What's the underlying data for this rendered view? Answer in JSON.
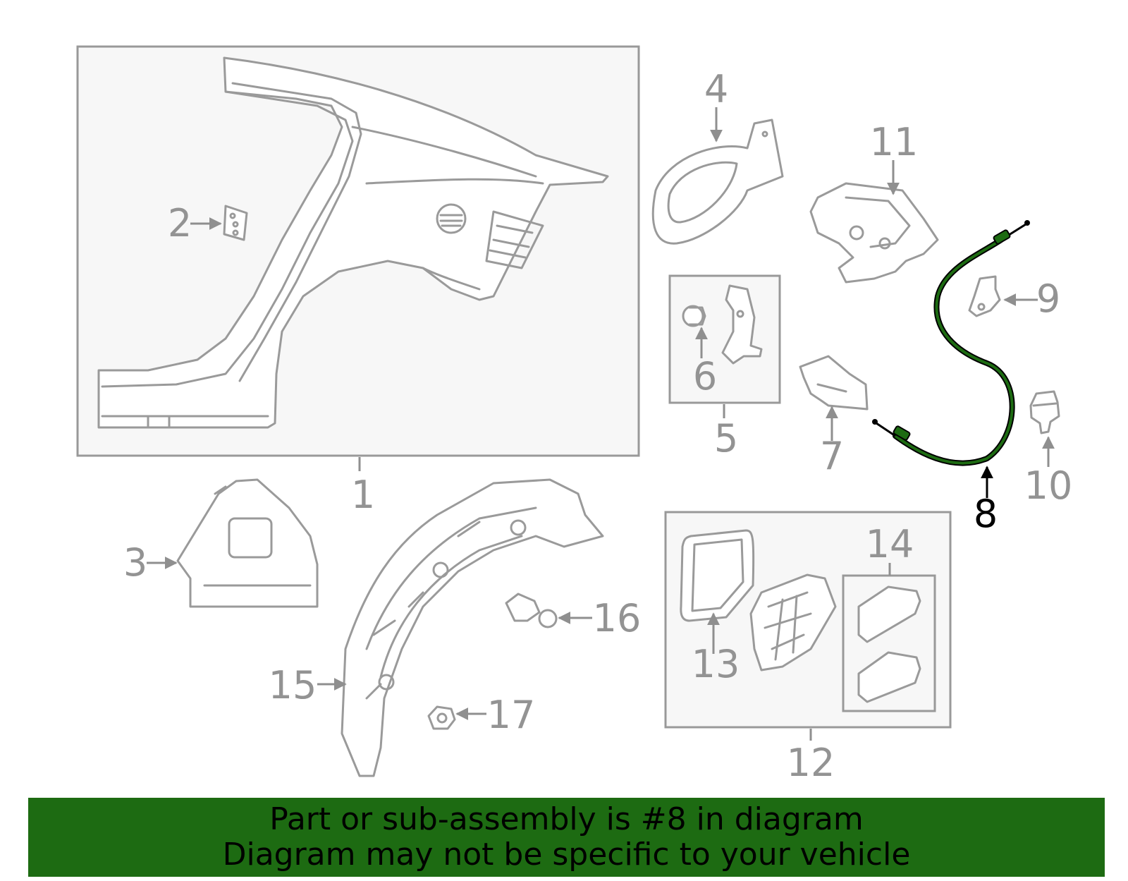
{
  "highlight": {
    "part": "8",
    "color": "#1d6b12"
  },
  "callouts": {
    "c1": "1",
    "c2": "2",
    "c3": "3",
    "c4": "4",
    "c5": "5",
    "c6": "6",
    "c7": "7",
    "c8": "8",
    "c9": "9",
    "c10": "10",
    "c11": "11",
    "c12": "12",
    "c13": "13",
    "c14": "14",
    "c15": "15",
    "c16": "16",
    "c17": "17"
  },
  "banner": {
    "line1": "Part or sub-assembly is #8 in diagram",
    "line2": "Diagram may not be specific to your vehicle",
    "background": "#1d6b12"
  }
}
